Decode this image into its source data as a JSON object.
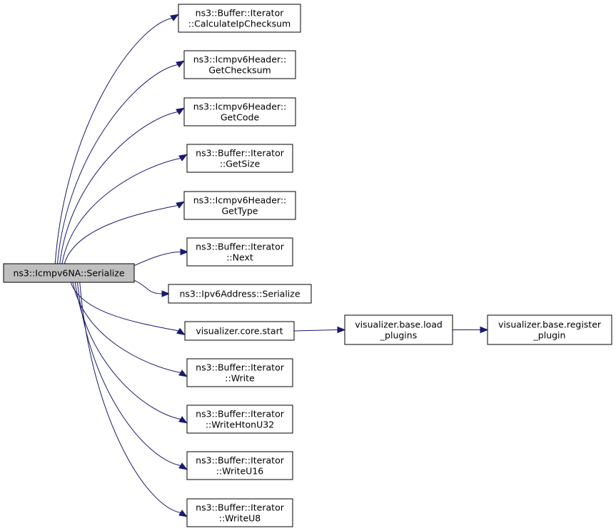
{
  "root": {
    "id": "root",
    "lines": [
      "ns3::Icmpv6NA::Serialize"
    ]
  },
  "callees": [
    {
      "id": "calc-checksum",
      "lines": [
        "ns3::Buffer::Iterator",
        "::CalculateIpChecksum"
      ]
    },
    {
      "id": "get-checksum",
      "lines": [
        "ns3::Icmpv6Header::",
        "GetChecksum"
      ]
    },
    {
      "id": "get-code",
      "lines": [
        "ns3::Icmpv6Header::",
        "GetCode"
      ]
    },
    {
      "id": "get-size",
      "lines": [
        "ns3::Buffer::Iterator",
        "::GetSize"
      ]
    },
    {
      "id": "get-type",
      "lines": [
        "ns3::Icmpv6Header::",
        "GetType"
      ]
    },
    {
      "id": "next",
      "lines": [
        "ns3::Buffer::Iterator",
        "::Next"
      ]
    },
    {
      "id": "ipv6-serialize",
      "lines": [
        "ns3::Ipv6Address::Serialize"
      ]
    },
    {
      "id": "core-start",
      "lines": [
        "visualizer.core.start"
      ]
    },
    {
      "id": "write",
      "lines": [
        "ns3::Buffer::Iterator",
        "::Write"
      ]
    },
    {
      "id": "write-hton-u32",
      "lines": [
        "ns3::Buffer::Iterator",
        "::WriteHtonU32"
      ]
    },
    {
      "id": "write-u16",
      "lines": [
        "ns3::Buffer::Iterator",
        "::WriteU16"
      ]
    },
    {
      "id": "write-u8",
      "lines": [
        "ns3::Buffer::Iterator",
        "::WriteU8"
      ]
    }
  ],
  "chain": [
    {
      "id": "load-plugins",
      "lines": [
        "visualizer.base.load",
        "_plugins"
      ]
    },
    {
      "id": "register-plugin",
      "lines": [
        "visualizer.base.register",
        "_plugin"
      ]
    }
  ],
  "edges": [
    [
      "root",
      "calc-checksum"
    ],
    [
      "root",
      "get-checksum"
    ],
    [
      "root",
      "get-code"
    ],
    [
      "root",
      "get-size"
    ],
    [
      "root",
      "get-type"
    ],
    [
      "root",
      "next"
    ],
    [
      "root",
      "ipv6-serialize"
    ],
    [
      "root",
      "core-start"
    ],
    [
      "root",
      "write"
    ],
    [
      "root",
      "write-hton-u32"
    ],
    [
      "root",
      "write-u16"
    ],
    [
      "root",
      "write-u8"
    ],
    [
      "core-start",
      "load-plugins"
    ],
    [
      "load-plugins",
      "register-plugin"
    ]
  ],
  "colors": {
    "edge": "#191970",
    "root_fill": "#bfbfbf",
    "node_fill": "#ffffff",
    "border": "#000000"
  }
}
